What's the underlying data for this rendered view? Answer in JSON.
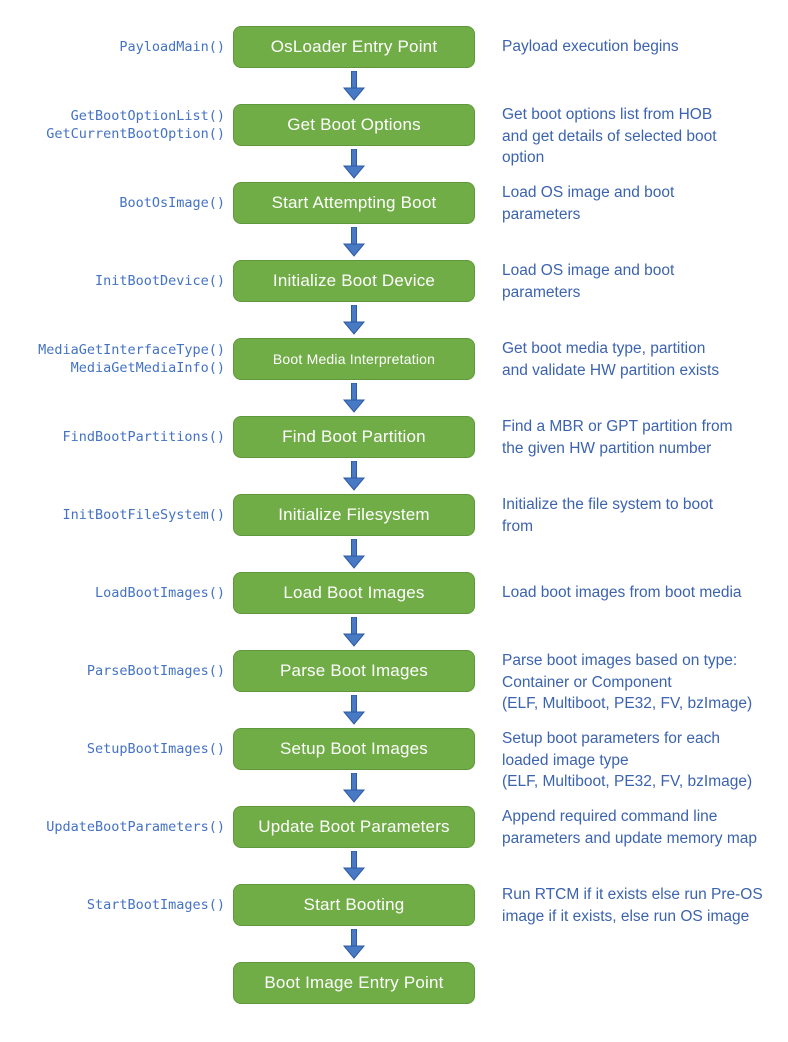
{
  "diagram": {
    "name": "OsLoader payload boot flow",
    "colors": {
      "box_fill": "#70AD47",
      "box_border": "#61973C",
      "box_text": "#FFFFFF",
      "arrow_fill": "#4879C5",
      "arrow_stroke": "#2E5AA3",
      "function_text": "#4472C4",
      "description_text": "#3C63AE",
      "background": "#FFFFFF"
    }
  },
  "rows": [
    {
      "function": "PayloadMain()",
      "box": "OsLoader Entry Point",
      "description": "Payload execution begins"
    },
    {
      "function": "GetBootOptionList()\nGetCurrentBootOption()",
      "box": "Get Boot Options",
      "description": "Get boot options list from HOB\nand get details of selected boot\noption"
    },
    {
      "function": "BootOsImage()",
      "box": "Start Attempting Boot",
      "description": "Load OS image and boot\nparameters"
    },
    {
      "function": "InitBootDevice()",
      "box": "Initialize Boot Device",
      "description": "Load OS image and boot\nparameters"
    },
    {
      "function": "MediaGetInterfaceType()\nMediaGetMediaInfo()",
      "box": "Boot Media Interpretation",
      "description": "Get boot media type, partition\nand validate HW partition exists"
    },
    {
      "function": "FindBootPartitions()",
      "box": "Find Boot Partition",
      "description": "Find a MBR or GPT partition from\nthe given HW partition number"
    },
    {
      "function": "InitBootFileSystem()",
      "box": "Initialize Filesystem",
      "description": "Initialize the file system to boot\nfrom"
    },
    {
      "function": "LoadBootImages()",
      "box": "Load Boot Images",
      "description": "Load boot images from boot media"
    },
    {
      "function": "ParseBootImages()",
      "box": "Parse Boot Images",
      "description": "Parse boot images based on type:\nContainer or Component\n(ELF, Multiboot, PE32, FV, bzImage)"
    },
    {
      "function": "SetupBootImages()",
      "box": "Setup Boot Images",
      "description": "Setup boot parameters for each\nloaded image type\n(ELF, Multiboot, PE32, FV, bzImage)"
    },
    {
      "function": "UpdateBootParameters()",
      "box": "Update Boot Parameters",
      "description": "Append required command line\nparameters and update memory map"
    },
    {
      "function": "StartBootImages()",
      "box": "Start Booting",
      "description": "Run RTCM if it exists else run Pre-OS\nimage if it exists, else run OS image"
    },
    {
      "function": "",
      "box": "Boot Image Entry Point",
      "description": ""
    }
  ]
}
